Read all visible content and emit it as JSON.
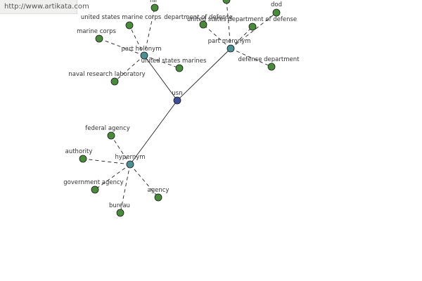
{
  "source_url": "http://www.artikata.com",
  "colors": {
    "leaf": "#4a8a3c",
    "relation": "#4d8f93",
    "center": "#3f4f96",
    "edge": "#222222",
    "label": "#333333"
  },
  "nodes": [
    {
      "id": "usn",
      "label": "usn",
      "kind": "center"
    },
    {
      "id": "part_holonym",
      "label": "part holonym",
      "kind": "relation"
    },
    {
      "id": "part_meronym",
      "label": "part meronym",
      "kind": "relation"
    },
    {
      "id": "hypernym",
      "label": "hypernym",
      "kind": "relation"
    },
    {
      "id": "usmc",
      "label": "united states marine corps",
      "kind": "leaf"
    },
    {
      "id": "marine_corps",
      "label": "marine corps",
      "kind": "leaf"
    },
    {
      "id": "us_marines",
      "label": "united states marines",
      "kind": "leaf"
    },
    {
      "id": "nrl",
      "label": "naval research laboratory",
      "kind": "leaf"
    },
    {
      "id": "nil_top",
      "label": "nil",
      "kind": "leaf"
    },
    {
      "id": "dept_defense",
      "label": "department of defense",
      "kind": "leaf"
    },
    {
      "id": "us_dept_defense",
      "label": "united states department of defense",
      "kind": "leaf"
    },
    {
      "id": "dod",
      "label": "dod",
      "kind": "leaf"
    },
    {
      "id": "defense_department",
      "label": "defense department",
      "kind": "leaf"
    },
    {
      "id": "top_partial",
      "label": "",
      "kind": "leaf"
    },
    {
      "id": "federal_agency",
      "label": "federal agency",
      "kind": "leaf"
    },
    {
      "id": "authority",
      "label": "authority",
      "kind": "leaf"
    },
    {
      "id": "government_agency",
      "label": "government agency",
      "kind": "leaf"
    },
    {
      "id": "bureau",
      "label": "bureau",
      "kind": "leaf"
    },
    {
      "id": "agency",
      "label": "agency",
      "kind": "leaf"
    }
  ],
  "edges": [
    {
      "from": "usn",
      "to": "part_holonym",
      "style": "solid"
    },
    {
      "from": "usn",
      "to": "part_meronym",
      "style": "solid"
    },
    {
      "from": "usn",
      "to": "hypernym",
      "style": "solid"
    },
    {
      "from": "part_holonym",
      "to": "usmc",
      "style": "dashed"
    },
    {
      "from": "part_holonym",
      "to": "marine_corps",
      "style": "dashed"
    },
    {
      "from": "part_holonym",
      "to": "us_marines",
      "style": "dashed"
    },
    {
      "from": "part_holonym",
      "to": "nrl",
      "style": "dashed"
    },
    {
      "from": "part_holonym",
      "to": "nil_top",
      "style": "dashed"
    },
    {
      "from": "part_meronym",
      "to": "dept_defense",
      "style": "dashed"
    },
    {
      "from": "part_meronym",
      "to": "us_dept_defense",
      "style": "dashed"
    },
    {
      "from": "part_meronym",
      "to": "dod",
      "style": "dashed"
    },
    {
      "from": "part_meronym",
      "to": "defense_department",
      "style": "dashed"
    },
    {
      "from": "part_meronym",
      "to": "top_partial",
      "style": "dashed"
    },
    {
      "from": "hypernym",
      "to": "federal_agency",
      "style": "dashed"
    },
    {
      "from": "hypernym",
      "to": "authority",
      "style": "dashed"
    },
    {
      "from": "hypernym",
      "to": "government_agency",
      "style": "dashed"
    },
    {
      "from": "hypernym",
      "to": "bureau",
      "style": "dashed"
    },
    {
      "from": "hypernym",
      "to": "agency",
      "style": "dashed"
    }
  ]
}
